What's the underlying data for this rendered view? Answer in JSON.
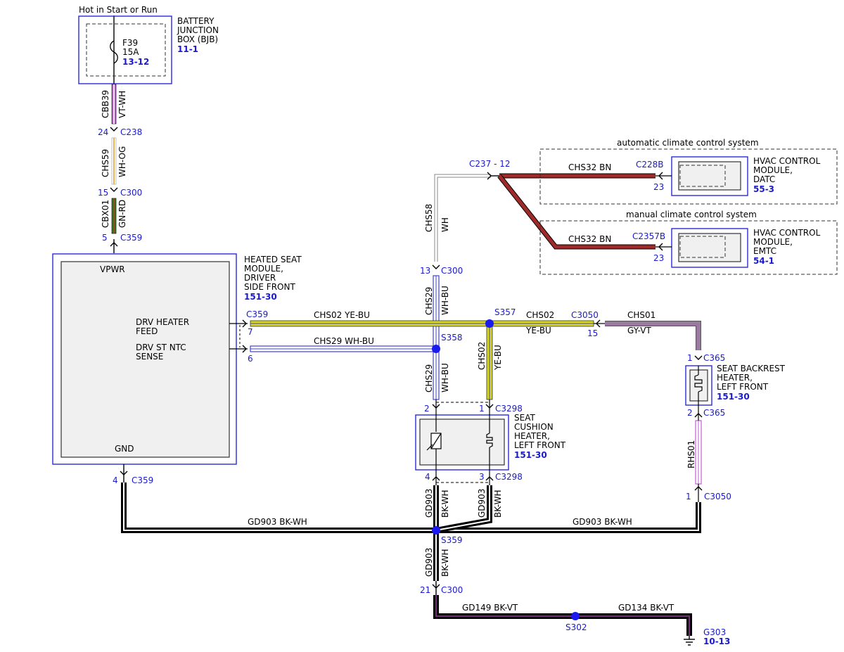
{
  "header": {
    "supply": "Hot in Start or Run"
  },
  "bjb": {
    "lines": [
      "BATTERY",
      "JUNCTION",
      "BOX (BJB)"
    ],
    "ref": "11-1",
    "fuse": "F39",
    "amps": "15A",
    "fuse_ref": "13-12"
  },
  "heated_seat_module": {
    "lines": [
      "HEATED SEAT",
      "MODULE,",
      "DRIVER",
      "SIDE FRONT"
    ],
    "ref": "151-30",
    "pin_vpwr": "VPWR",
    "pin_feed": [
      "DRV HEATER",
      "FEED"
    ],
    "pin_sense": [
      "DRV ST NTC",
      "SENSE"
    ],
    "pin_gnd": "GND"
  },
  "acc": {
    "system": "automatic climate control system",
    "module": [
      "HVAC CONTROL",
      "MODULE,",
      "DATC"
    ],
    "ref": "55-3"
  },
  "mcc": {
    "system": "manual climate control system",
    "module": [
      "HVAC CONTROL",
      "MODULE,",
      "EMTC"
    ],
    "ref": "54-1"
  },
  "backrest": {
    "lines": [
      "SEAT BACKREST",
      "HEATER,",
      "LEFT FRONT"
    ],
    "ref": "151-30"
  },
  "cushion": {
    "lines": [
      "SEAT",
      "CUSHION",
      "HEATER,",
      "LEFT FRONT"
    ],
    "ref": "151-30"
  },
  "ground": {
    "name": "G303",
    "ref": "10-13"
  },
  "connectors": {
    "c238": "C238",
    "c300": "C300",
    "c359": "C359",
    "c237_12": "C237 - 12",
    "c228b": "C228B",
    "c2357b": "C2357B",
    "c3050": "C3050",
    "c365": "C365",
    "c3298": "C3298"
  },
  "pins": {
    "p24": "24",
    "p15": "15",
    "p5": "5",
    "p13": "13",
    "p7": "7",
    "p6": "6",
    "p4": "4",
    "p23": "23",
    "p1": "1",
    "p2": "2",
    "p3": "3",
    "p21": "21"
  },
  "splices": {
    "s357": "S357",
    "s358": "S358",
    "s359": "S359",
    "s302": "S302"
  },
  "circuits": {
    "cbb39": "CBB39",
    "chs59": "CHS59",
    "cbx01": "CBX01",
    "chs58": "CHS58",
    "chs29": "CHS29",
    "chs02": "CHS02",
    "chs32": "CHS32",
    "chs01": "CHS01",
    "rhs01": "RHS01",
    "gd903": "GD903",
    "gd149": "GD149",
    "gd134": "GD134"
  },
  "colors": {
    "vt_wh": "VT-WH",
    "wh_og": "WH-OG",
    "gn_rd": "GN-RD",
    "wh": "WH",
    "wh_bu": "WH-BU",
    "ye_bu": "YE-BU",
    "bn": "BN",
    "gy_vt": "GY-VT",
    "bk_wh": "BK-WH",
    "bk_vt": "BK-VT"
  },
  "inline_labels": {
    "chs02_ye_bu": "CHS02  YE-BU",
    "chs29_wh_bu": "CHS29  WH-BU",
    "chs32_bn": "CHS32   BN",
    "gd903_bk_wh": "GD903   BK-WH",
    "gd149_bk_vt": "GD149   BK-VT",
    "gd134_bk_vt": "GD134   BK-VT"
  },
  "wire_palette": {
    "violet": "#c060d0",
    "white": "#ffffff",
    "orange": "#e8a030",
    "green": "#3a7a1c",
    "red": "#c03030",
    "yellow": "#d8d820",
    "blue": "#4040e0",
    "brown": "#a02a2a",
    "grey": "#8a8a8a",
    "black": "#000000",
    "splice": "#1a1aee"
  }
}
